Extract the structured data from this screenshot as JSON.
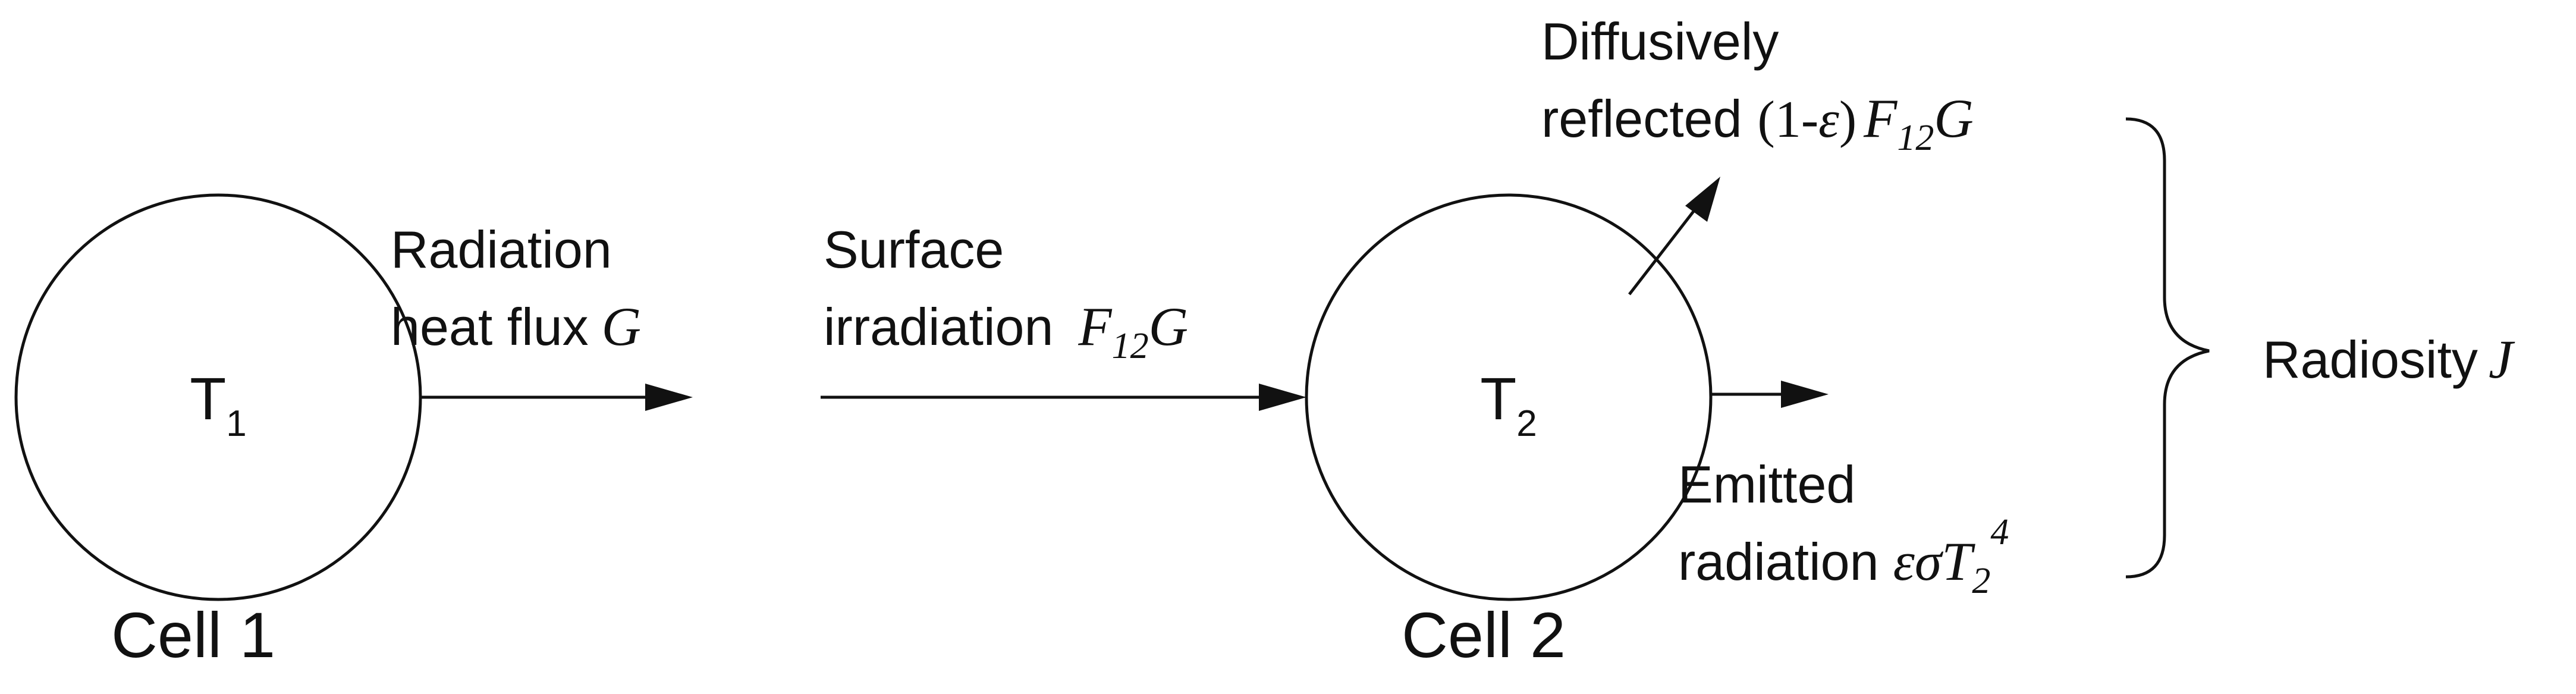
{
  "cell1": {
    "temp_symbol": "T",
    "temp_sub": "1",
    "label": "Cell 1"
  },
  "cell2": {
    "temp_symbol": "T",
    "temp_sub": "2",
    "label": "Cell 2"
  },
  "radiation_flux": {
    "line1": "Radiation",
    "line2_text": "heat flux",
    "line2_symbol": "G"
  },
  "surface_irradiation": {
    "line1": "Surface",
    "line2_text": "irradiation",
    "symbol_F": "F",
    "symbol_sub": "12",
    "symbol_G": "G"
  },
  "reflected": {
    "line1": "Diffusively",
    "line2_text": "reflected",
    "expr_open": "(1-",
    "expr_eps": "ε",
    "expr_close": ")",
    "symbol_F": "F",
    "symbol_sub": "12",
    "symbol_G": "G"
  },
  "emitted": {
    "line1": "Emitted",
    "line2_text": "radiation",
    "expr_eps_sigma": "εσ",
    "symbol_T": "T",
    "symbol_sub": "2",
    "symbol_sup": "4"
  },
  "radiosity": {
    "text": "Radiosity",
    "symbol": "J"
  }
}
